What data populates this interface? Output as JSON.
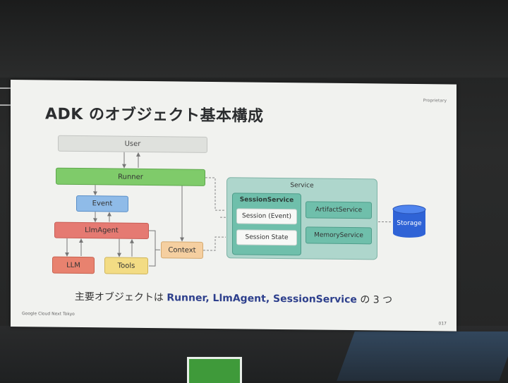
{
  "slide": {
    "title": "ADK のオブジェクト基本構成",
    "proprietary": "Proprietary",
    "footer_left": "Google Cloud Next Tokyo",
    "page_number": "017",
    "caption": {
      "prefix": "主要オブジェクトは ",
      "highlight": "Runner, LlmAgent, SessionService",
      "suffix": " の 3 つ"
    }
  },
  "diagram": {
    "user": "User",
    "runner": "Runner",
    "event": "Event",
    "llmagent": "LlmAgent",
    "llm": "LLM",
    "tools": "Tools",
    "context": "Context",
    "service": "Service",
    "session_service": "SessionService",
    "session_event": "Session (Event)",
    "session_state": "Session State",
    "artifact_service": "ArtifactService",
    "memory_service": "MemoryService",
    "storage": "Storage"
  },
  "colors": {
    "runner": "#7fcb6a",
    "event": "#8fbbe8",
    "llmagent": "#e57a72",
    "tools": "#f3dc84",
    "context": "#f5cfa0",
    "service": "#aed6cc",
    "storage": "#2f63d6",
    "caption_highlight": "#2d3f8c"
  }
}
